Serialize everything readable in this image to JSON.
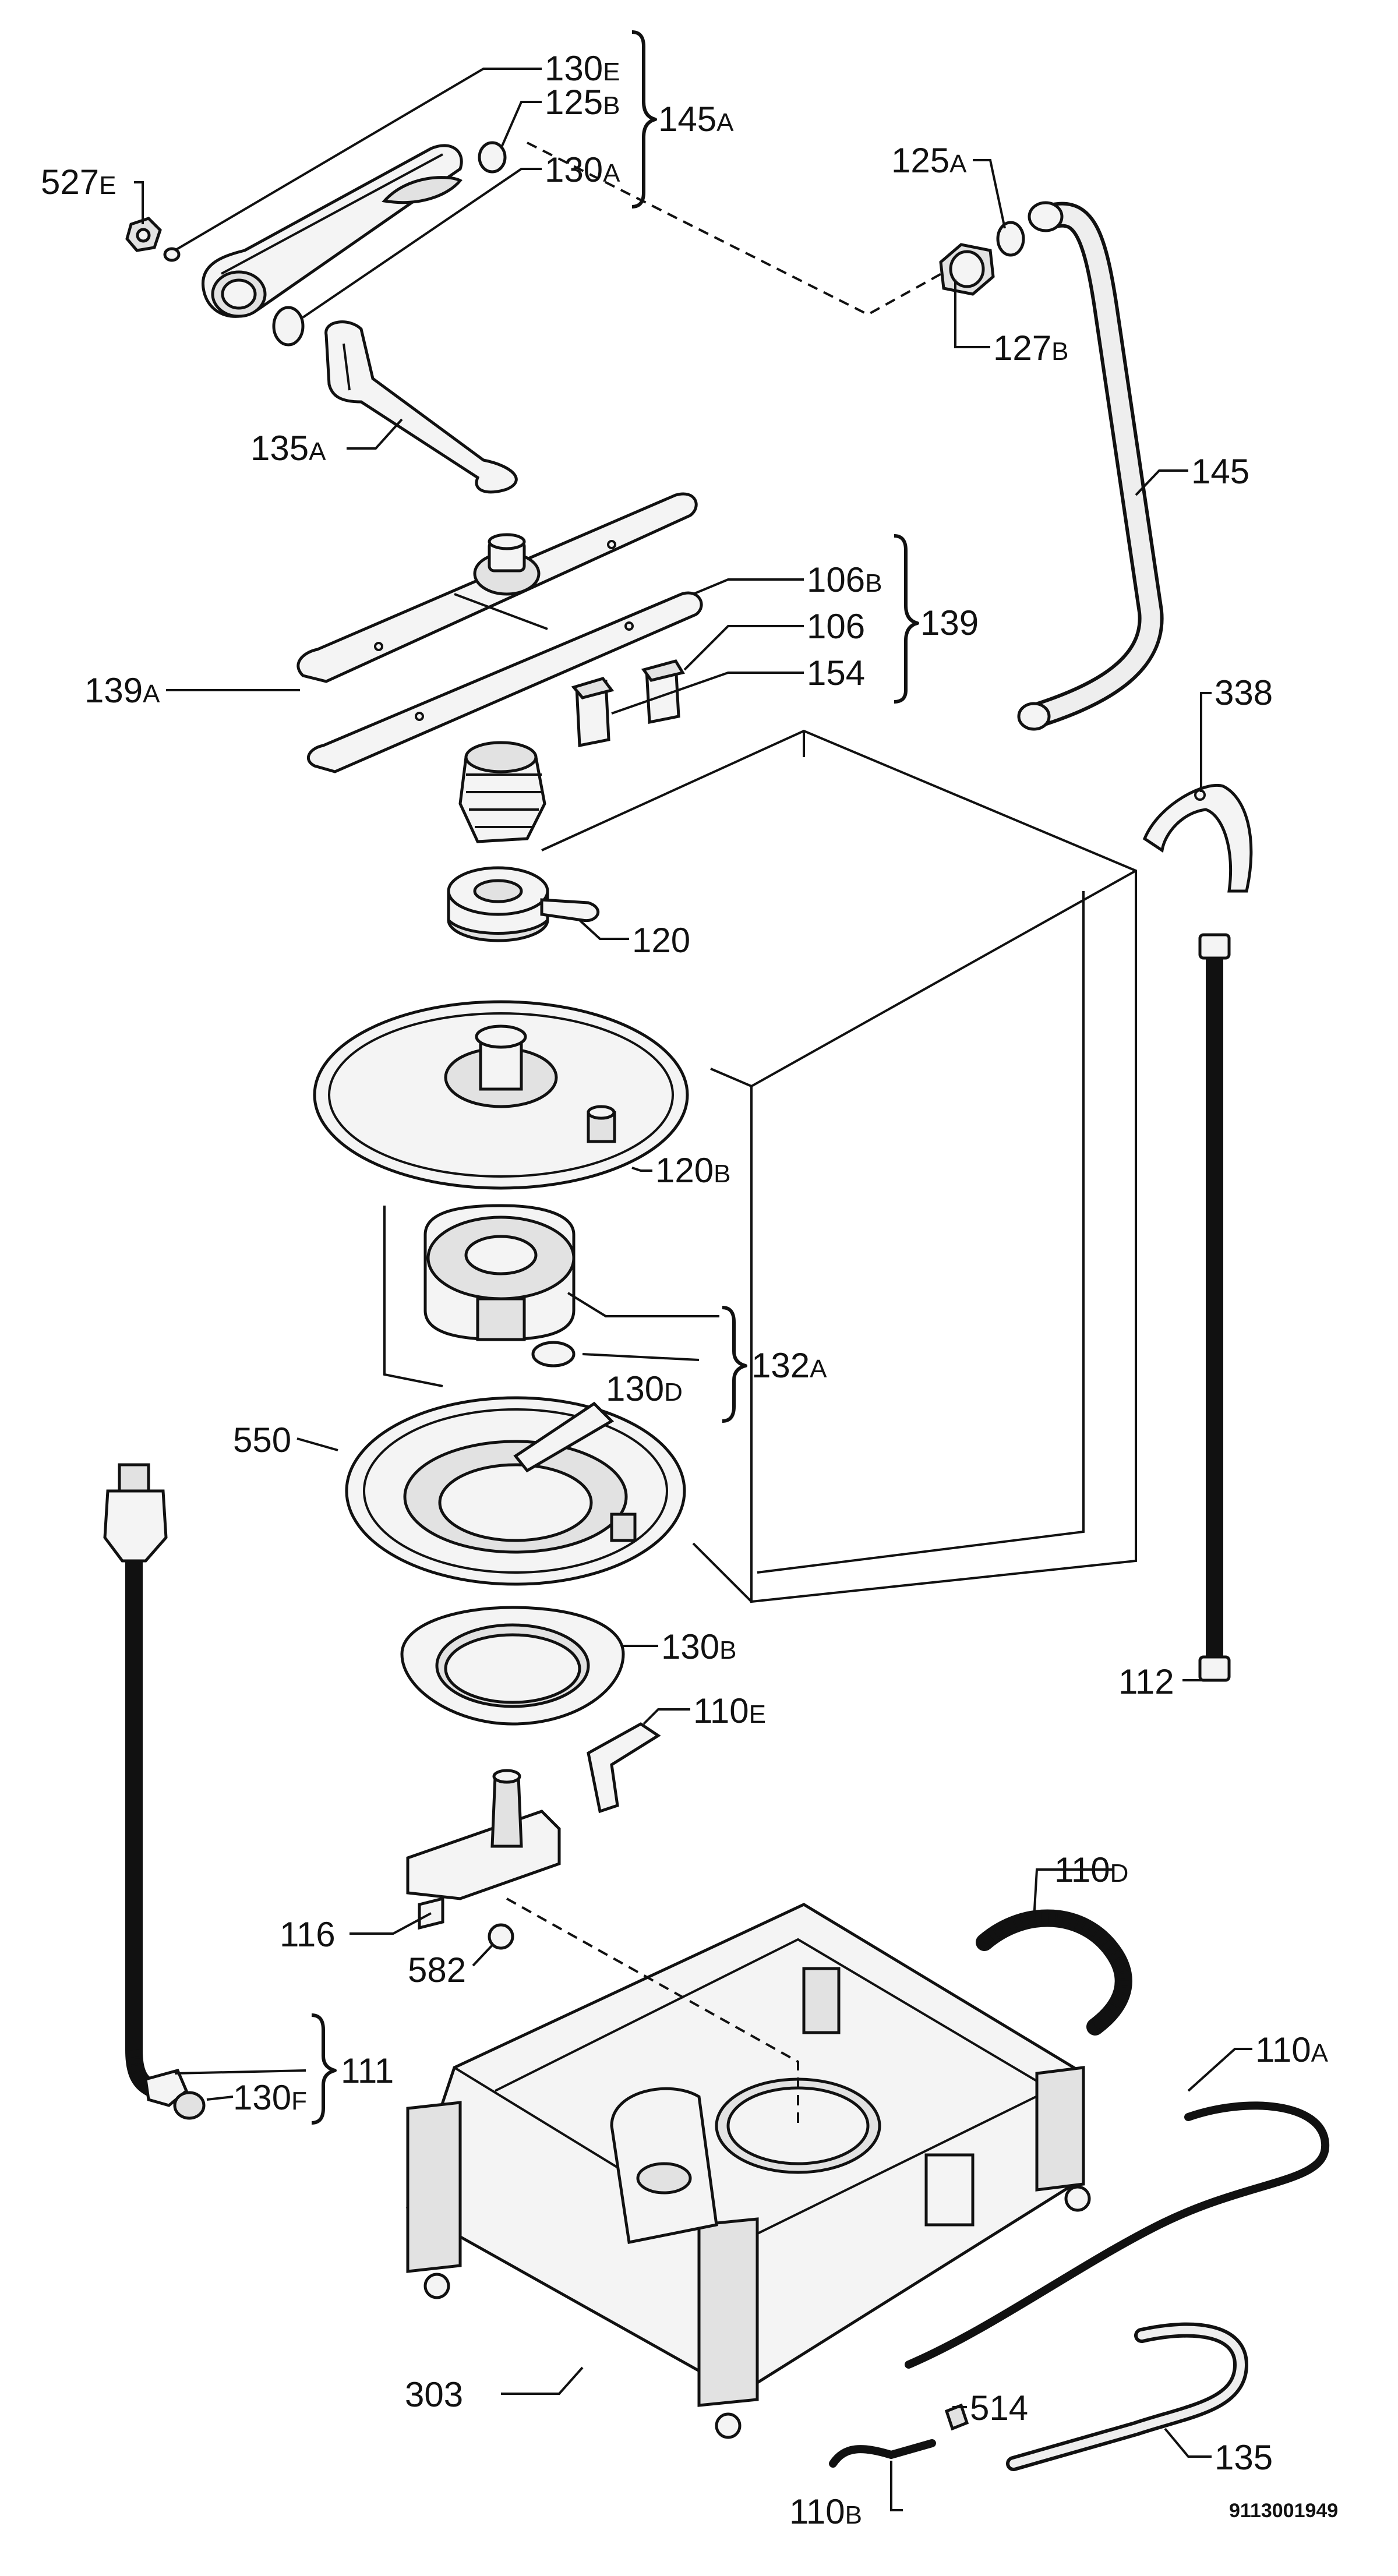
{
  "labels": {
    "p130E": {
      "num": "130",
      "sub": "E"
    },
    "p125B": {
      "num": "125",
      "sub": "B"
    },
    "p145A": {
      "num": "145",
      "sub": "A"
    },
    "p130A": {
      "num": "130",
      "sub": "A"
    },
    "p527E": {
      "num": "527",
      "sub": "E"
    },
    "p125A": {
      "num": "125",
      "sub": "A"
    },
    "p127B": {
      "num": "127",
      "sub": "B"
    },
    "p135A": {
      "num": "135",
      "sub": "A"
    },
    "p145": {
      "num": "145",
      "sub": ""
    },
    "p106B": {
      "num": "106",
      "sub": "B"
    },
    "p139": {
      "num": "139",
      "sub": ""
    },
    "p106": {
      "num": "106",
      "sub": ""
    },
    "p139A": {
      "num": "139",
      "sub": "A"
    },
    "p154": {
      "num": "154",
      "sub": ""
    },
    "p338": {
      "num": "338",
      "sub": ""
    },
    "p120": {
      "num": "120",
      "sub": ""
    },
    "p120B": {
      "num": "120",
      "sub": "B"
    },
    "p132A": {
      "num": "132",
      "sub": "A"
    },
    "p130D": {
      "num": "130",
      "sub": "D"
    },
    "p550": {
      "num": "550",
      "sub": ""
    },
    "p130B": {
      "num": "130",
      "sub": "B"
    },
    "p112": {
      "num": "112",
      "sub": ""
    },
    "p110E": {
      "num": "110",
      "sub": "E"
    },
    "p116": {
      "num": "116",
      "sub": ""
    },
    "p582": {
      "num": "582",
      "sub": ""
    },
    "p110D": {
      "num": "110",
      "sub": "D"
    },
    "p111": {
      "num": "111",
      "sub": ""
    },
    "p130F": {
      "num": "130",
      "sub": "F"
    },
    "p110A": {
      "num": "110",
      "sub": "A"
    },
    "p303": {
      "num": "303",
      "sub": ""
    },
    "p514": {
      "num": "514",
      "sub": ""
    },
    "p135": {
      "num": "135",
      "sub": ""
    },
    "p110B": {
      "num": "110",
      "sub": "B"
    }
  },
  "drawing_code": "9113001949"
}
